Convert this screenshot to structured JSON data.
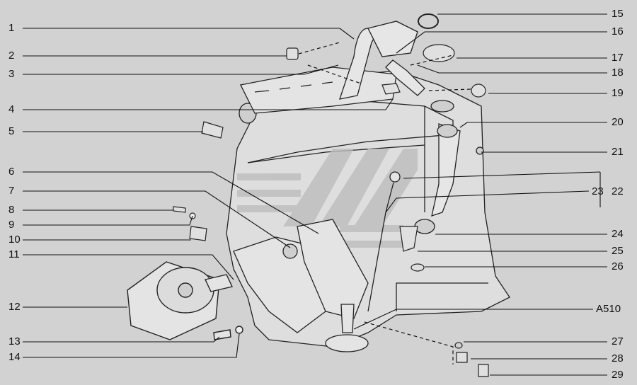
{
  "diagram": {
    "left_labels": [
      {
        "id": "1",
        "text": "1"
      },
      {
        "id": "2",
        "text": "2"
      },
      {
        "id": "3",
        "text": "3"
      },
      {
        "id": "4",
        "text": "4"
      },
      {
        "id": "5",
        "text": "5"
      },
      {
        "id": "6",
        "text": "6"
      },
      {
        "id": "7",
        "text": "7"
      },
      {
        "id": "8",
        "text": "8"
      },
      {
        "id": "9",
        "text": "9"
      },
      {
        "id": "10",
        "text": "10"
      },
      {
        "id": "11",
        "text": "11"
      },
      {
        "id": "12",
        "text": "12"
      },
      {
        "id": "13",
        "text": "13"
      },
      {
        "id": "14",
        "text": "14"
      }
    ],
    "right_labels": [
      {
        "id": "15",
        "text": "15"
      },
      {
        "id": "16",
        "text": "16"
      },
      {
        "id": "17",
        "text": "17"
      },
      {
        "id": "18",
        "text": "18"
      },
      {
        "id": "19",
        "text": "19"
      },
      {
        "id": "20",
        "text": "20"
      },
      {
        "id": "21",
        "text": "21"
      },
      {
        "id": "22",
        "text": "22"
      },
      {
        "id": "23",
        "text": "23"
      },
      {
        "id": "24",
        "text": "24"
      },
      {
        "id": "25",
        "text": "25"
      },
      {
        "id": "26",
        "text": "26"
      },
      {
        "id": "a510",
        "text": "A510"
      },
      {
        "id": "27",
        "text": "27"
      },
      {
        "id": "28",
        "text": "28"
      },
      {
        "id": "29",
        "text": "29"
      }
    ],
    "colors": {
      "background": "#d2d2d2",
      "line": "#111111",
      "part_fill": "#e2e2e2",
      "part_shade": "#9a9a9a",
      "logo": "#bdbdbd"
    }
  }
}
